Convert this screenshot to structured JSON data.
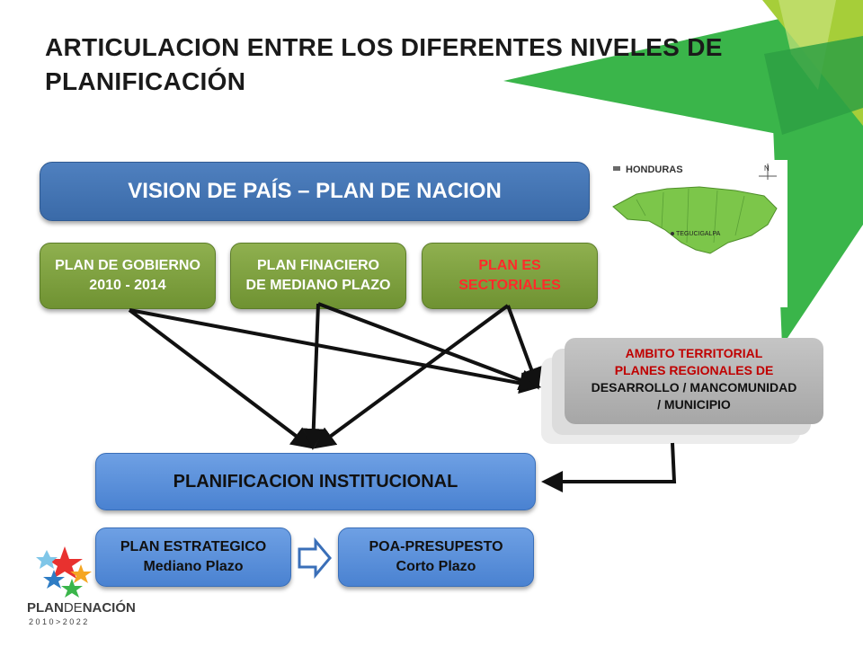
{
  "title": "ARTICULACION ENTRE LOS DIFERENTES NIVELES DE PLANIFICACIÓN",
  "vision": "VISION DE PAÍS – PLAN DE NACION",
  "green_boxes": [
    {
      "line1": "PLAN DE GOBIERNO",
      "line2": "2010 - 2014"
    },
    {
      "line1": "PLAN  FINACIERO",
      "line2": "DE MEDIANO PLAZO"
    },
    {
      "line1": "PLAN ES",
      "line2": "SECTORIALES"
    }
  ],
  "ambito": {
    "line1": "AMBITO TERRITORIAL",
    "line2": "PLANES REGIONALES DE",
    "line3": "DESARROLLO / MANCOMUNIDAD",
    "line4": "/ MUNICIPIO"
  },
  "institucional": "PLANIFICACION INSTITUCIONAL",
  "estrategico": {
    "line1": "PLAN ESTRATEGICO",
    "line2": "Mediano Plazo"
  },
  "poa": {
    "line1": "POA-PRESUPESTO",
    "line2": "Corto Plazo"
  },
  "map": {
    "country": "HONDURAS",
    "city": "TEGUCIGALPA",
    "north": "N"
  },
  "logo": {
    "name_part1": "PLAN",
    "name_part2": "DE",
    "name_part3": "NACIÓN",
    "years": "2 0 1 0 > 2 0 2 2"
  },
  "colors": {
    "sectoriales_text": "#ff2a2a",
    "ambito_red": "#c00000",
    "green_shape": "#3cb44b",
    "lime_shape": "#a8cf45"
  }
}
